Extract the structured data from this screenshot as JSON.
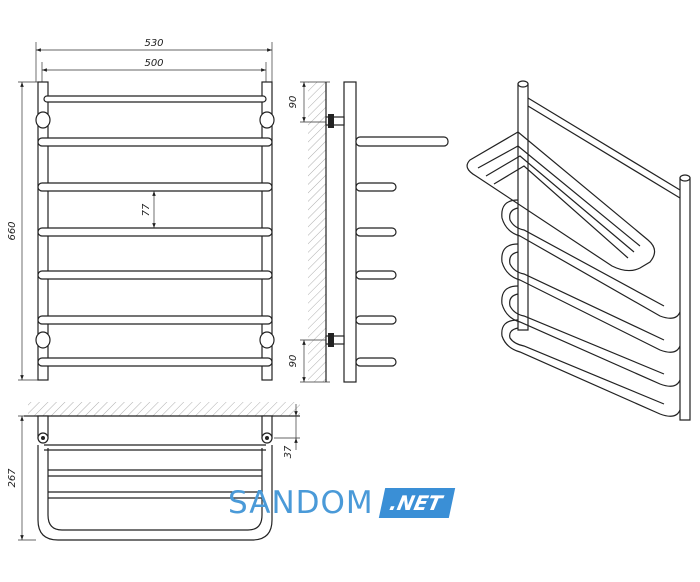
{
  "dimensions": {
    "overall_width": "530",
    "inner_width": "500",
    "height": "660",
    "rung_spacing": "77",
    "top_offset": "90",
    "bottom_offset": "90",
    "depth": "267",
    "bracket_depth": "37"
  },
  "watermark": {
    "brand": "SANDOM",
    "badge": ".NET",
    "brand_color": "#4a9ad8",
    "badge_color": "#3a8fd6"
  }
}
